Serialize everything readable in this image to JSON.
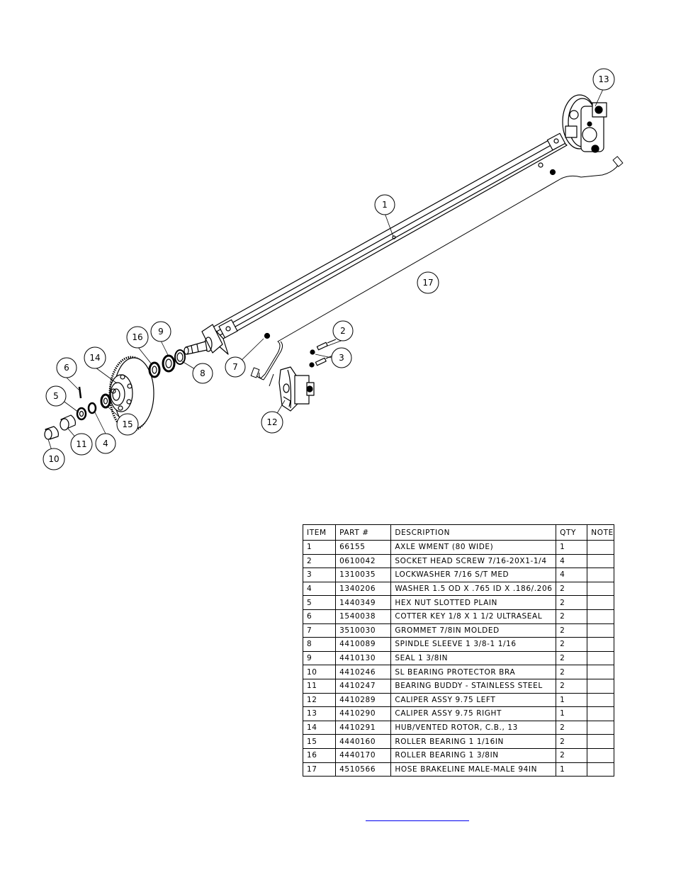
{
  "balloons": [
    "1",
    "2",
    "3",
    "4",
    "5",
    "6",
    "7",
    "8",
    "9",
    "10",
    "11",
    "12",
    "13",
    "14",
    "15",
    "16",
    "17"
  ],
  "table": {
    "headers": [
      "ITEM",
      "PART #",
      "DESCRIPTION",
      "QTY",
      "NOTE"
    ],
    "rows": [
      [
        "1",
        "66155",
        "AXLE WMENT (80 WIDE)",
        "1",
        ""
      ],
      [
        "2",
        "0610042",
        "SOCKET HEAD SCREW 7/16-20X1-1/4",
        "4",
        ""
      ],
      [
        "3",
        "1310035",
        "LOCKWASHER 7/16 S/T MED",
        "4",
        ""
      ],
      [
        "4",
        "1340206",
        "WASHER 1.5 OD X .765 ID X .186/.206",
        "2",
        ""
      ],
      [
        "5",
        "1440349",
        "HEX NUT SLOTTED PLAIN",
        "2",
        ""
      ],
      [
        "6",
        "1540038",
        "COTTER KEY 1/8 X 1 1/2 ULTRASEAL",
        "2",
        ""
      ],
      [
        "7",
        "3510030",
        "GROMMET  7/8IN MOLDED",
        "2",
        ""
      ],
      [
        "8",
        "4410089",
        "SPINDLE SLEEVE  1 3/8-1 1/16",
        "2",
        ""
      ],
      [
        "9",
        "4410130",
        "SEAL  1 3/8IN",
        "2",
        ""
      ],
      [
        "10",
        "4410246",
        "SL BEARING PROTECTOR BRA",
        "2",
        ""
      ],
      [
        "11",
        "4410247",
        "BEARING BUDDY - STAINLESS STEEL",
        "2",
        ""
      ],
      [
        "12",
        "4410289",
        "CALIPER ASSY 9.75 LEFT",
        "1",
        ""
      ],
      [
        "13",
        "4410290",
        "CALIPER ASSY 9.75 RIGHT",
        "1",
        ""
      ],
      [
        "14",
        "4410291",
        "HUB/VENTED ROTOR, C.B.,  13",
        "2",
        ""
      ],
      [
        "15",
        "4440160",
        "ROLLER BEARING   1 1/16IN",
        "2",
        ""
      ],
      [
        "16",
        "4440170",
        "ROLLER BEARING   1 3/8IN",
        "2",
        ""
      ],
      [
        "17",
        "4510566",
        "HOSE BRAKELINE MALE-MALE 94IN",
        "1",
        ""
      ]
    ]
  }
}
